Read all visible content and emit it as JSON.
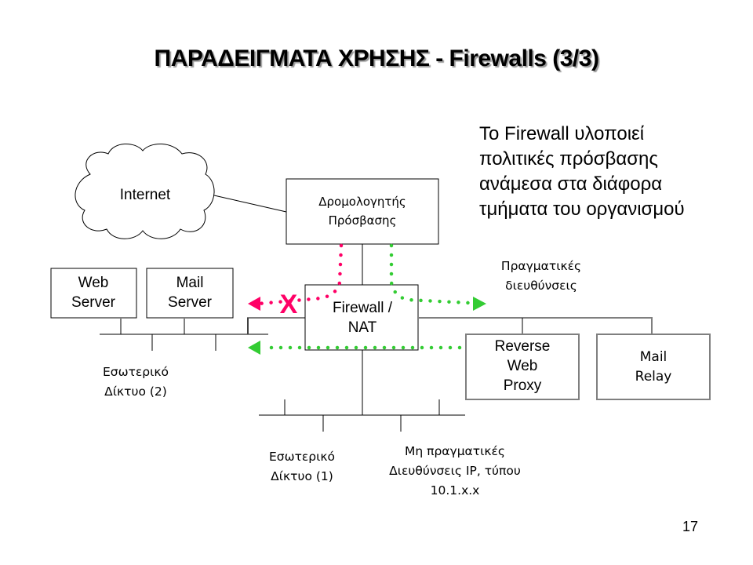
{
  "slide": {
    "title": "ΠΑΡΑΔΕΙΓΜΑΤΑ ΧΡΗΣΗΣ - Firewalls (3/3)",
    "page_number": "17",
    "caption_lines": [
      "Το Firewall υλοποιεί",
      "πολιτικές πρόσβασης",
      "ανάμεσα στα διάφορα",
      "τμήματα του οργανισμού"
    ]
  },
  "diagram": {
    "nodes": {
      "internet": {
        "label": "Internet",
        "shape": "cloud"
      },
      "router": {
        "lines": [
          "Δρομολογητής",
          "Πρόσβασης"
        ]
      },
      "firewall": {
        "lines": [
          "Firewall /",
          "NAT"
        ]
      },
      "web_server": {
        "lines": [
          "Web",
          "Server"
        ]
      },
      "mail_server": {
        "lines": [
          "Mail",
          "Server"
        ]
      },
      "reverse_proxy": {
        "lines": [
          "Reverse",
          "Web",
          "Proxy"
        ]
      },
      "mail_relay": {
        "lines": [
          "Mail",
          "Relay"
        ]
      }
    },
    "network_labels": {
      "real_addresses": [
        "Πραγματικές",
        "διευθύνσεις"
      ],
      "internal_2": [
        "Εσωτερικό",
        "Δίκτυο (2)"
      ],
      "internal_1": [
        "Εσωτερικό",
        "Δίκτυο (1)"
      ],
      "private_ip": [
        "Μη πραγματικές",
        "Διευθύνσεις IP, τύπου",
        "10.1.x.x"
      ]
    },
    "flows": [
      {
        "name": "router-to-internal-2",
        "status": "blocked",
        "marker": "X",
        "color": "#ff0066"
      },
      {
        "name": "router-to-dmz",
        "status": "allowed",
        "color": "#33cc33"
      },
      {
        "name": "dmz-to-internal-2",
        "status": "allowed",
        "color": "#33cc33"
      }
    ],
    "colors": {
      "blocked": "#ff0066",
      "allowed": "#33cc33",
      "line": "#000000",
      "network_line": "#7f7f7f"
    }
  }
}
